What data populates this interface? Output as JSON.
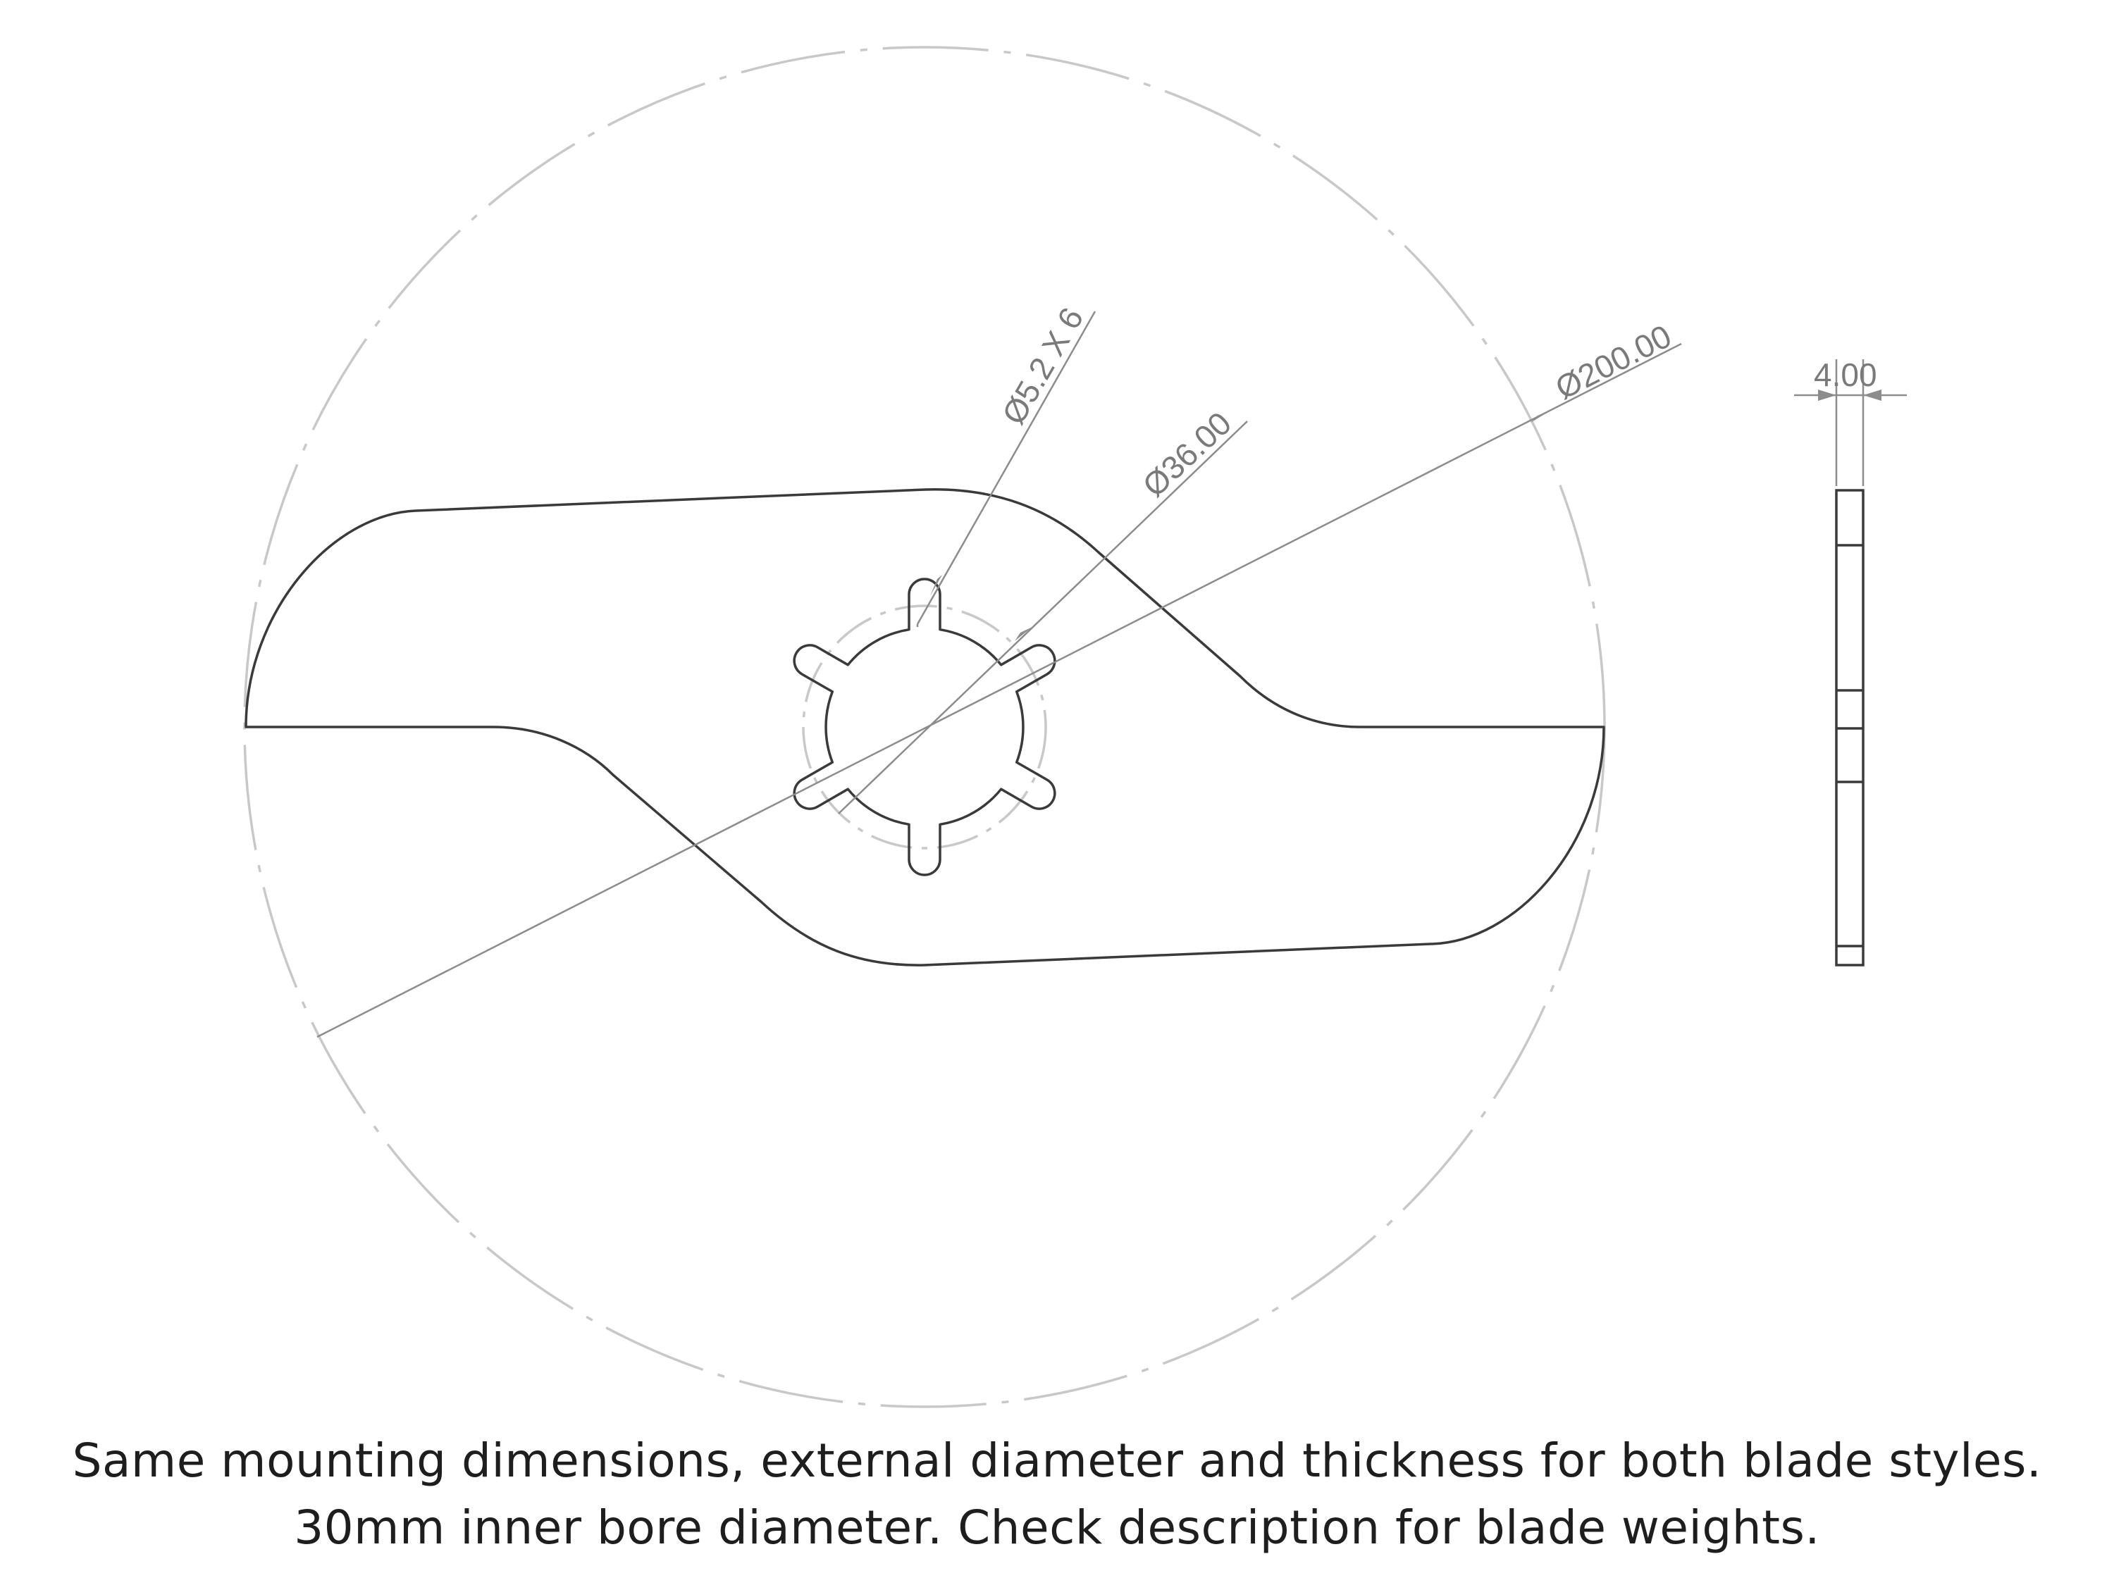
{
  "dimensions": {
    "bolt_holes": "Ø5.2 X 6",
    "inner_circle": "Ø36.00",
    "outer_diameter": "Ø200.00",
    "thickness": "4.00"
  },
  "caption": {
    "line1": "Same mounting dimensions, external diameter and thickness for both blade styles.",
    "line2": "30mm inner bore diameter. Check description for blade weights."
  },
  "colors": {
    "outline": "#3a3a3a",
    "dimension_line": "#8c8c8c",
    "centerline": "#c8c8c8",
    "caption_text": "#1e1e1e"
  }
}
